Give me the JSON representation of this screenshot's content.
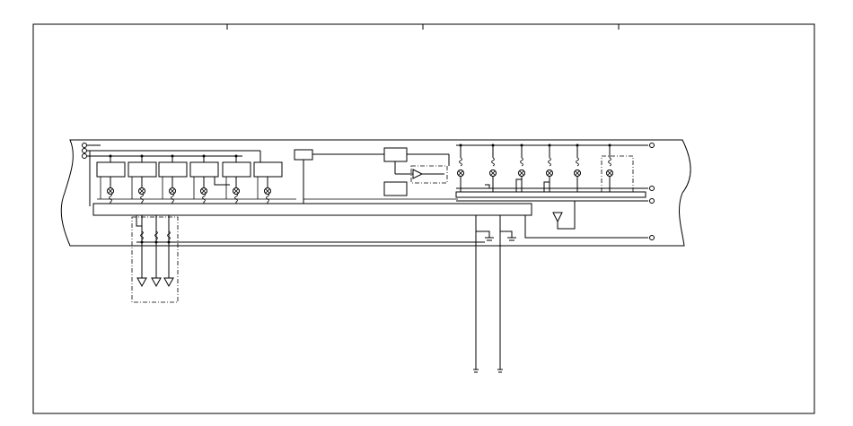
{
  "diagram": {
    "labels": [],
    "colors": {
      "line": "#000000",
      "background": "#ffffff"
    },
    "lamp_count_left": 6,
    "lamp_count_right": 6,
    "ground_symbols": 4,
    "drop_count_bottom_left": 3
  }
}
